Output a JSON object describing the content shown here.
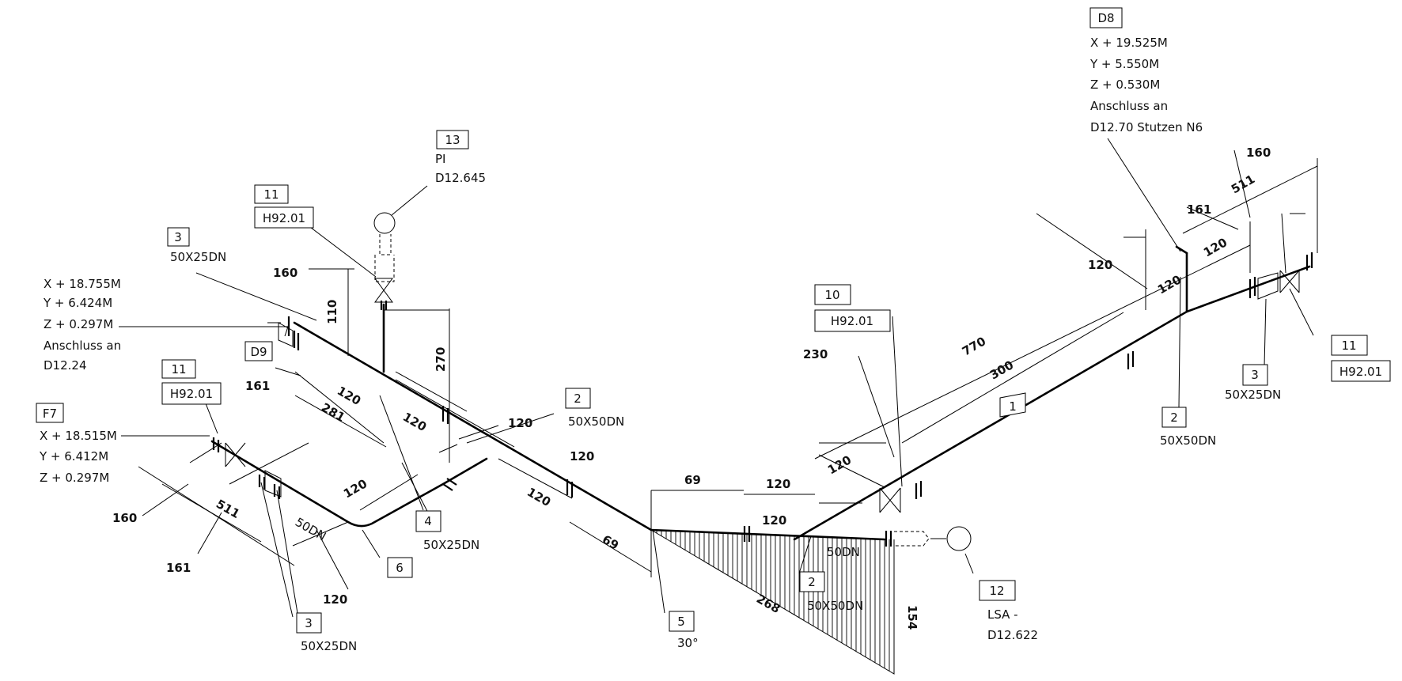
{
  "callouts": {
    "c13": {
      "num": "13",
      "l1": "PI",
      "l2": "D12.645"
    },
    "c11a": {
      "num": "11",
      "tag": "H92.01"
    },
    "c3a": {
      "num": "3",
      "size": "50X25DN"
    },
    "c2a": {
      "num": "2",
      "size": "50X50DN"
    },
    "c10": {
      "num": "10",
      "tag": "H92.01"
    },
    "c8": {
      "num": "D8",
      "x": "X + 19.525M",
      "y": "Y + 5.550M",
      "z": "Z + 0.530M",
      "l1": "Anschluss an",
      "l2": "D12.70 Stutzen N6"
    },
    "c1": {
      "num": "1"
    },
    "c2b": {
      "num": "2",
      "size": "50X50DN"
    },
    "c3b": {
      "num": "3",
      "size": "50X25DN"
    },
    "c11b": {
      "num": "11",
      "tag": "H92.01"
    },
    "c11c": {
      "num": "11",
      "tag": "H92.01"
    },
    "d9": {
      "num": "D9",
      "x": "X + 18.755M",
      "y": "Y + 6.424M",
      "z": "Z + 0.297M",
      "l1": "Anschluss an",
      "l2": "D12.24"
    },
    "f7": {
      "num": "F7",
      "x": "X + 18.515M",
      "y": "Y + 6.412M",
      "z": "Z + 0.297M"
    },
    "c4": {
      "num": "4",
      "size": "50X25DN"
    },
    "c6": {
      "num": "6"
    },
    "c3c": {
      "num": "3",
      "size": "50X25DN"
    },
    "c5": {
      "num": "5",
      "angle": "30°"
    },
    "c2c": {
      "num": "2",
      "size": "50X50DN"
    },
    "c12": {
      "num": "12",
      "l1": "LSA -",
      "l2": "D12.622"
    }
  },
  "pipe_labels": {
    "dn_left": "50DN",
    "dn_bottom": "50DN"
  },
  "dims": {
    "d160_top": "160",
    "d110": "110",
    "d270": "270",
    "d161_left": "161",
    "d120_a": "120",
    "d281": "281",
    "d120_b": "120",
    "d120_c": "120",
    "d120_d": "120",
    "d120_e": "120",
    "d69_a": "69",
    "d69_b": "69",
    "d120_f": "120",
    "d120_g": "120",
    "d230": "230",
    "d120_h": "120",
    "d770": "770",
    "d300": "300",
    "d120_i": "120",
    "d120_j": "120",
    "d120_k": "120",
    "d161_right": "161",
    "d511_right": "511",
    "d160_right": "160",
    "d160_left": "160",
    "d511_left": "511",
    "d161_bottom": "161",
    "d120_bottom": "120",
    "d268": "268",
    "d154": "154"
  }
}
